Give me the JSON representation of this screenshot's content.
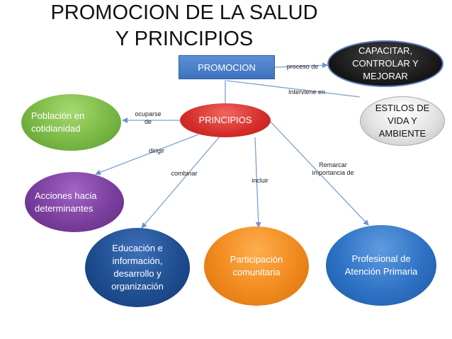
{
  "title": "PROMOCION DE LA SALUD Y PRINCIPIOS",
  "nodes": {
    "promocion": "PROMOCION",
    "principios": "PRINCIPIOS",
    "capacitar": "CAPACITAR, CONTROLAR Y MEJORAR",
    "estilos": "ESTILOS DE VIDA Y AMBIENTE",
    "poblacion": "Población en cotidianidad",
    "acciones": "Acciones hacia determinantes",
    "educacion": "Educación e información, desarrollo y organización",
    "participacion": "Participación comunitaria",
    "profesional": "Profesional de Atención Primaria"
  },
  "edges": {
    "proceso_de": "proceso de",
    "interviene_en": "Interviene en",
    "ocuparse_de": "ocuparse de",
    "dirigir": "dirigir",
    "combinar": "combinar",
    "incluir": "incluir",
    "remarcar": "Remarcar importancia de"
  },
  "colors": {
    "promocion": "#4a7fcb",
    "principios": "#d9322e",
    "capacitar": "#1a1a1a",
    "estilos": "#d9d9d9",
    "poblacion": "#77b843",
    "acciones": "#7a3f9d",
    "educacion": "#1f4e91",
    "participacion": "#f08a1e",
    "profesional": "#2e72c4",
    "connector": "#7f9fd0"
  }
}
